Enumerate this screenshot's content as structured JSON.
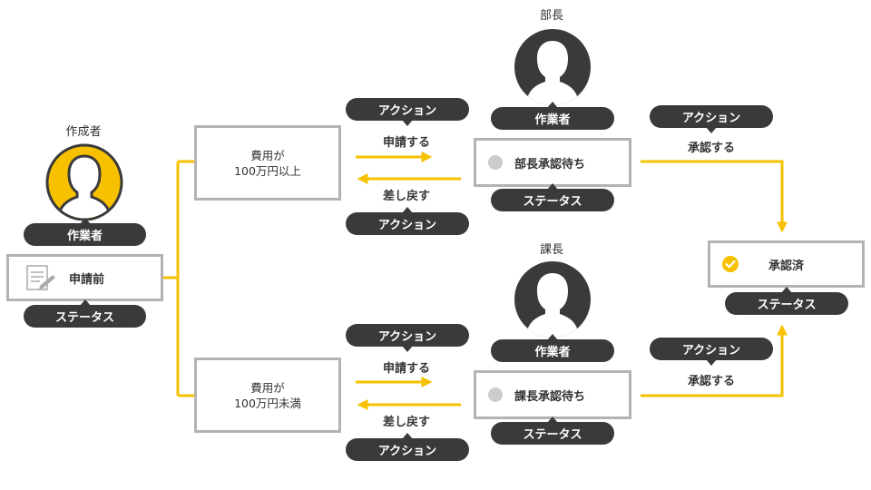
{
  "roles": {
    "creator": {
      "title": "作成者",
      "role_label": "作業者"
    },
    "manager": {
      "title": "部長",
      "role_label": "作業者"
    },
    "section_chief": {
      "title": "課長",
      "role_label": "作業者"
    }
  },
  "statuses": {
    "initial": {
      "label": "申請前",
      "tag": "ステータス"
    },
    "manager_pending": {
      "label": "部長承認待ち",
      "tag": "ステータス"
    },
    "chief_pending": {
      "label": "課長承認待ち",
      "tag": "ステータス"
    },
    "approved": {
      "label": "承認済",
      "tag": "ステータス"
    }
  },
  "conditions": {
    "over": {
      "line1": "費用が",
      "line2": "100万円以上"
    },
    "under": {
      "line1": "費用が",
      "line2": "100万円未満"
    }
  },
  "actions": {
    "tag": "アクション",
    "apply": "申請する",
    "return": "差し戻す",
    "approve": "承認する"
  },
  "colors": {
    "accent": "#f7c100",
    "dark": "#3a3a3a",
    "border": "#b3b3b3",
    "pending_dot": "#cccccc"
  }
}
